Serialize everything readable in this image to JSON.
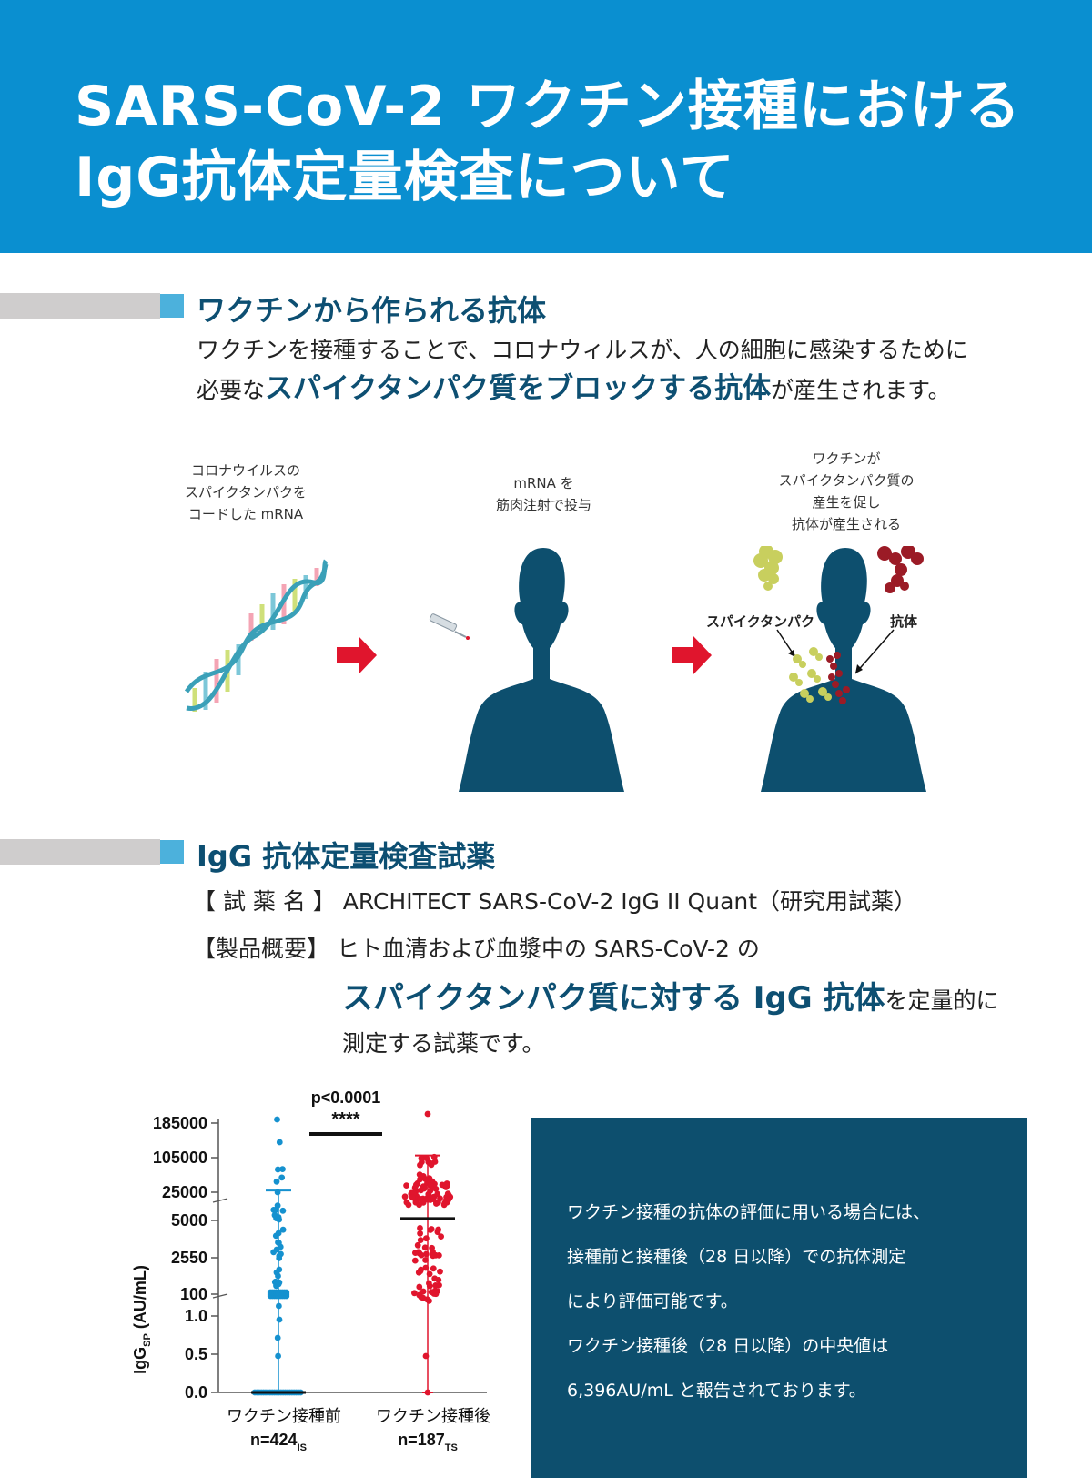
{
  "header": {
    "title_line1": "SARS-CoV-2 ワクチン接種における",
    "title_line2": "IgG抗体定量検査について",
    "color": "#0a8fd0"
  },
  "section1": {
    "heading": "ワクチンから作られる抗体",
    "line1": "ワクチンを接種することで、コロナウィルスが、人の細胞に感染するために",
    "line2_pre": "必要な",
    "line2_highlight": "スパイクタンパク質をブロックする抗体",
    "line2_post": "が産生されます。"
  },
  "illustration": {
    "caption1": [
      "コロナウイルスの",
      "スパイクタンパクを",
      "コードした mRNA"
    ],
    "caption2": [
      "mRNA を",
      "筋肉注射で投与"
    ],
    "caption3": [
      "ワクチンが",
      "スパイクタンパク質の",
      "産生を促し",
      "抗体が産生される"
    ],
    "label_spike": "スパイクタンパク",
    "label_antibody": "抗体",
    "body_color": "#0d4f6e",
    "arrow_color": "#e0152d"
  },
  "section2": {
    "heading": "IgG 抗体定量検査試薬",
    "name_label": "【 試 薬 名 】",
    "name_value": "ARCHITECT SARS-CoV-2 IgG II Quant（研究用試薬）",
    "overview_label": "【製品概要】",
    "overview_line1": "ヒト血清および血漿中の SARS-CoV-2 の",
    "overview_highlight": "スパイクタンパク質に対する IgG 抗体",
    "overview_line2_post": "を定量的に",
    "overview_line3": "測定する試薬です。"
  },
  "chart_data": {
    "type": "scatter",
    "ylabel": "IgG",
    "ylabel_sub": "SP",
    "ylabel_unit": " (AU/mL)",
    "y_ticks": [
      "185000",
      "105000",
      "25000",
      "5000",
      "2550",
      "100",
      "1.0",
      "0.5",
      "0.0"
    ],
    "y_scale": "segmented (0–1.0 linear, 100–185000 compressed)",
    "significance": {
      "p_text": "p<0.0001",
      "stars": "****"
    },
    "groups": [
      {
        "label": "ワクチン接種前",
        "n_main": "n=424",
        "n_sub": "IS",
        "color": "#1591cf",
        "min": 0.0,
        "max": 29000,
        "median": 0.0
      },
      {
        "label": "ワクチン接種後",
        "n_main": "n=187",
        "n_sub": "TS",
        "color": "#e0152d",
        "min": 0.0,
        "max": 110000,
        "median": 6396
      }
    ]
  },
  "info_box": {
    "lines": [
      "ワクチン接種の抗体の評価に用いる場合には、",
      "接種前と接種後（28 日以降）での抗体測定",
      "により評価可能です。",
      "ワクチン接種後（28 日以降）の中央値は",
      "6,396AU/mL と報告されております。"
    ],
    "color": "#0d4f6e"
  }
}
